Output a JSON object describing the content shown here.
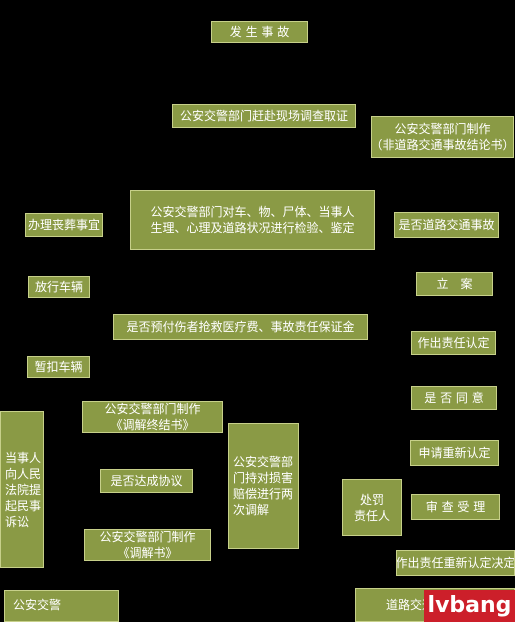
{
  "nodes": {
    "accident": [
      "发 生 事 故"
    ],
    "police_investigate": [
      "公安交警部门赶赴现场调查取证"
    ],
    "non_road_conclusion": [
      "公安交警部门制作",
      "（非道路交通事故结论书）"
    ],
    "inspection": [
      "公安交警部门对车、物、尸体、当事人",
      "生理、心理及道路状况进行检验、鉴定"
    ],
    "funeral": [
      "办理丧葬事宜"
    ],
    "is_road_accident": [
      "是否道路交通事故"
    ],
    "release_vehicle": [
      "放行车辆"
    ],
    "register_case": [
      "立　案"
    ],
    "prepay": [
      "是否预付伤者抢救医疗费、事故责任保证金"
    ],
    "determine_liability": [
      "作出责任认定"
    ],
    "detain_vehicle": [
      "暂扣车辆"
    ],
    "agree": [
      "是 否 同 意"
    ],
    "mediation_end": [
      "公安交警部门制作",
      "《调解终结书》"
    ],
    "litigation": [
      "当事人",
      "向人民",
      "法院提",
      "起民事",
      "诉讼"
    ],
    "two_mediations": [
      "公安交警部",
      "门持对损害",
      "赔偿进行两",
      "次调解"
    ],
    "reassess": [
      "申请重新认定"
    ],
    "agreement_reached": [
      "是否达成协议"
    ],
    "punish": [
      "处罚",
      "责任人"
    ],
    "review": [
      "审 查 受 理"
    ],
    "mediation_book": [
      "公安交警部门制作",
      "《调解书》"
    ],
    "new_liability": [
      "作出责任重新认定决定"
    ],
    "police_bottom": [
      "公安交警"
    ],
    "road_traffic_bottom": [
      "道路交通"
    ]
  },
  "watermark": "lvbang",
  "colors": {
    "background": "#000000",
    "box": "#8a9a45",
    "border": "#c7d08a",
    "text": "#ffffff",
    "watermark": "#cc1f2a"
  }
}
